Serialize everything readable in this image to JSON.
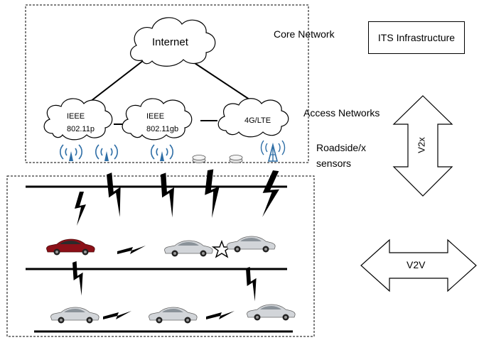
{
  "labels": {
    "core_network": "Core Network",
    "its_infrastructure": "ITS Infrastructure",
    "internet": "Internet",
    "access_networks": "Access Networks",
    "roadside_line1": "Roadside/x",
    "roadside_line2": "sensors",
    "v2x": "V2x",
    "v2v": "V2V"
  },
  "clouds": {
    "ieee_p_line1": "IEEE",
    "ieee_p_line2": "802.11p",
    "ieee_gb_line1": "IEEE",
    "ieee_gb_line2": "802.11gb",
    "lte": "4G/LTE"
  },
  "colors": {
    "antenna": "#2e6ea6",
    "car_red": "#8c1018",
    "car_silver": "#d2d5d9",
    "sensor": "#eeeeee"
  }
}
